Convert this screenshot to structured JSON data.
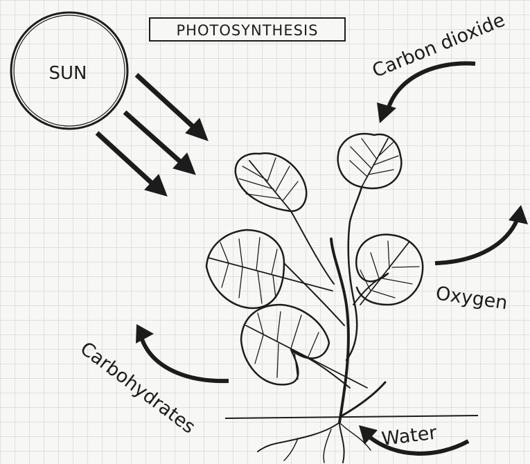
{
  "title": "PHOTOSYNTHESIS",
  "labels": {
    "sun": "SUN",
    "carbon_dioxide": "Carbon dioxide",
    "oxygen": "Oxygen",
    "carbohydrates": "Carbohydrates",
    "water": "Water"
  },
  "colors": {
    "paper": "#f7f7f5",
    "grid": "#c9c9c9",
    "ink": "#1c1c1c"
  }
}
